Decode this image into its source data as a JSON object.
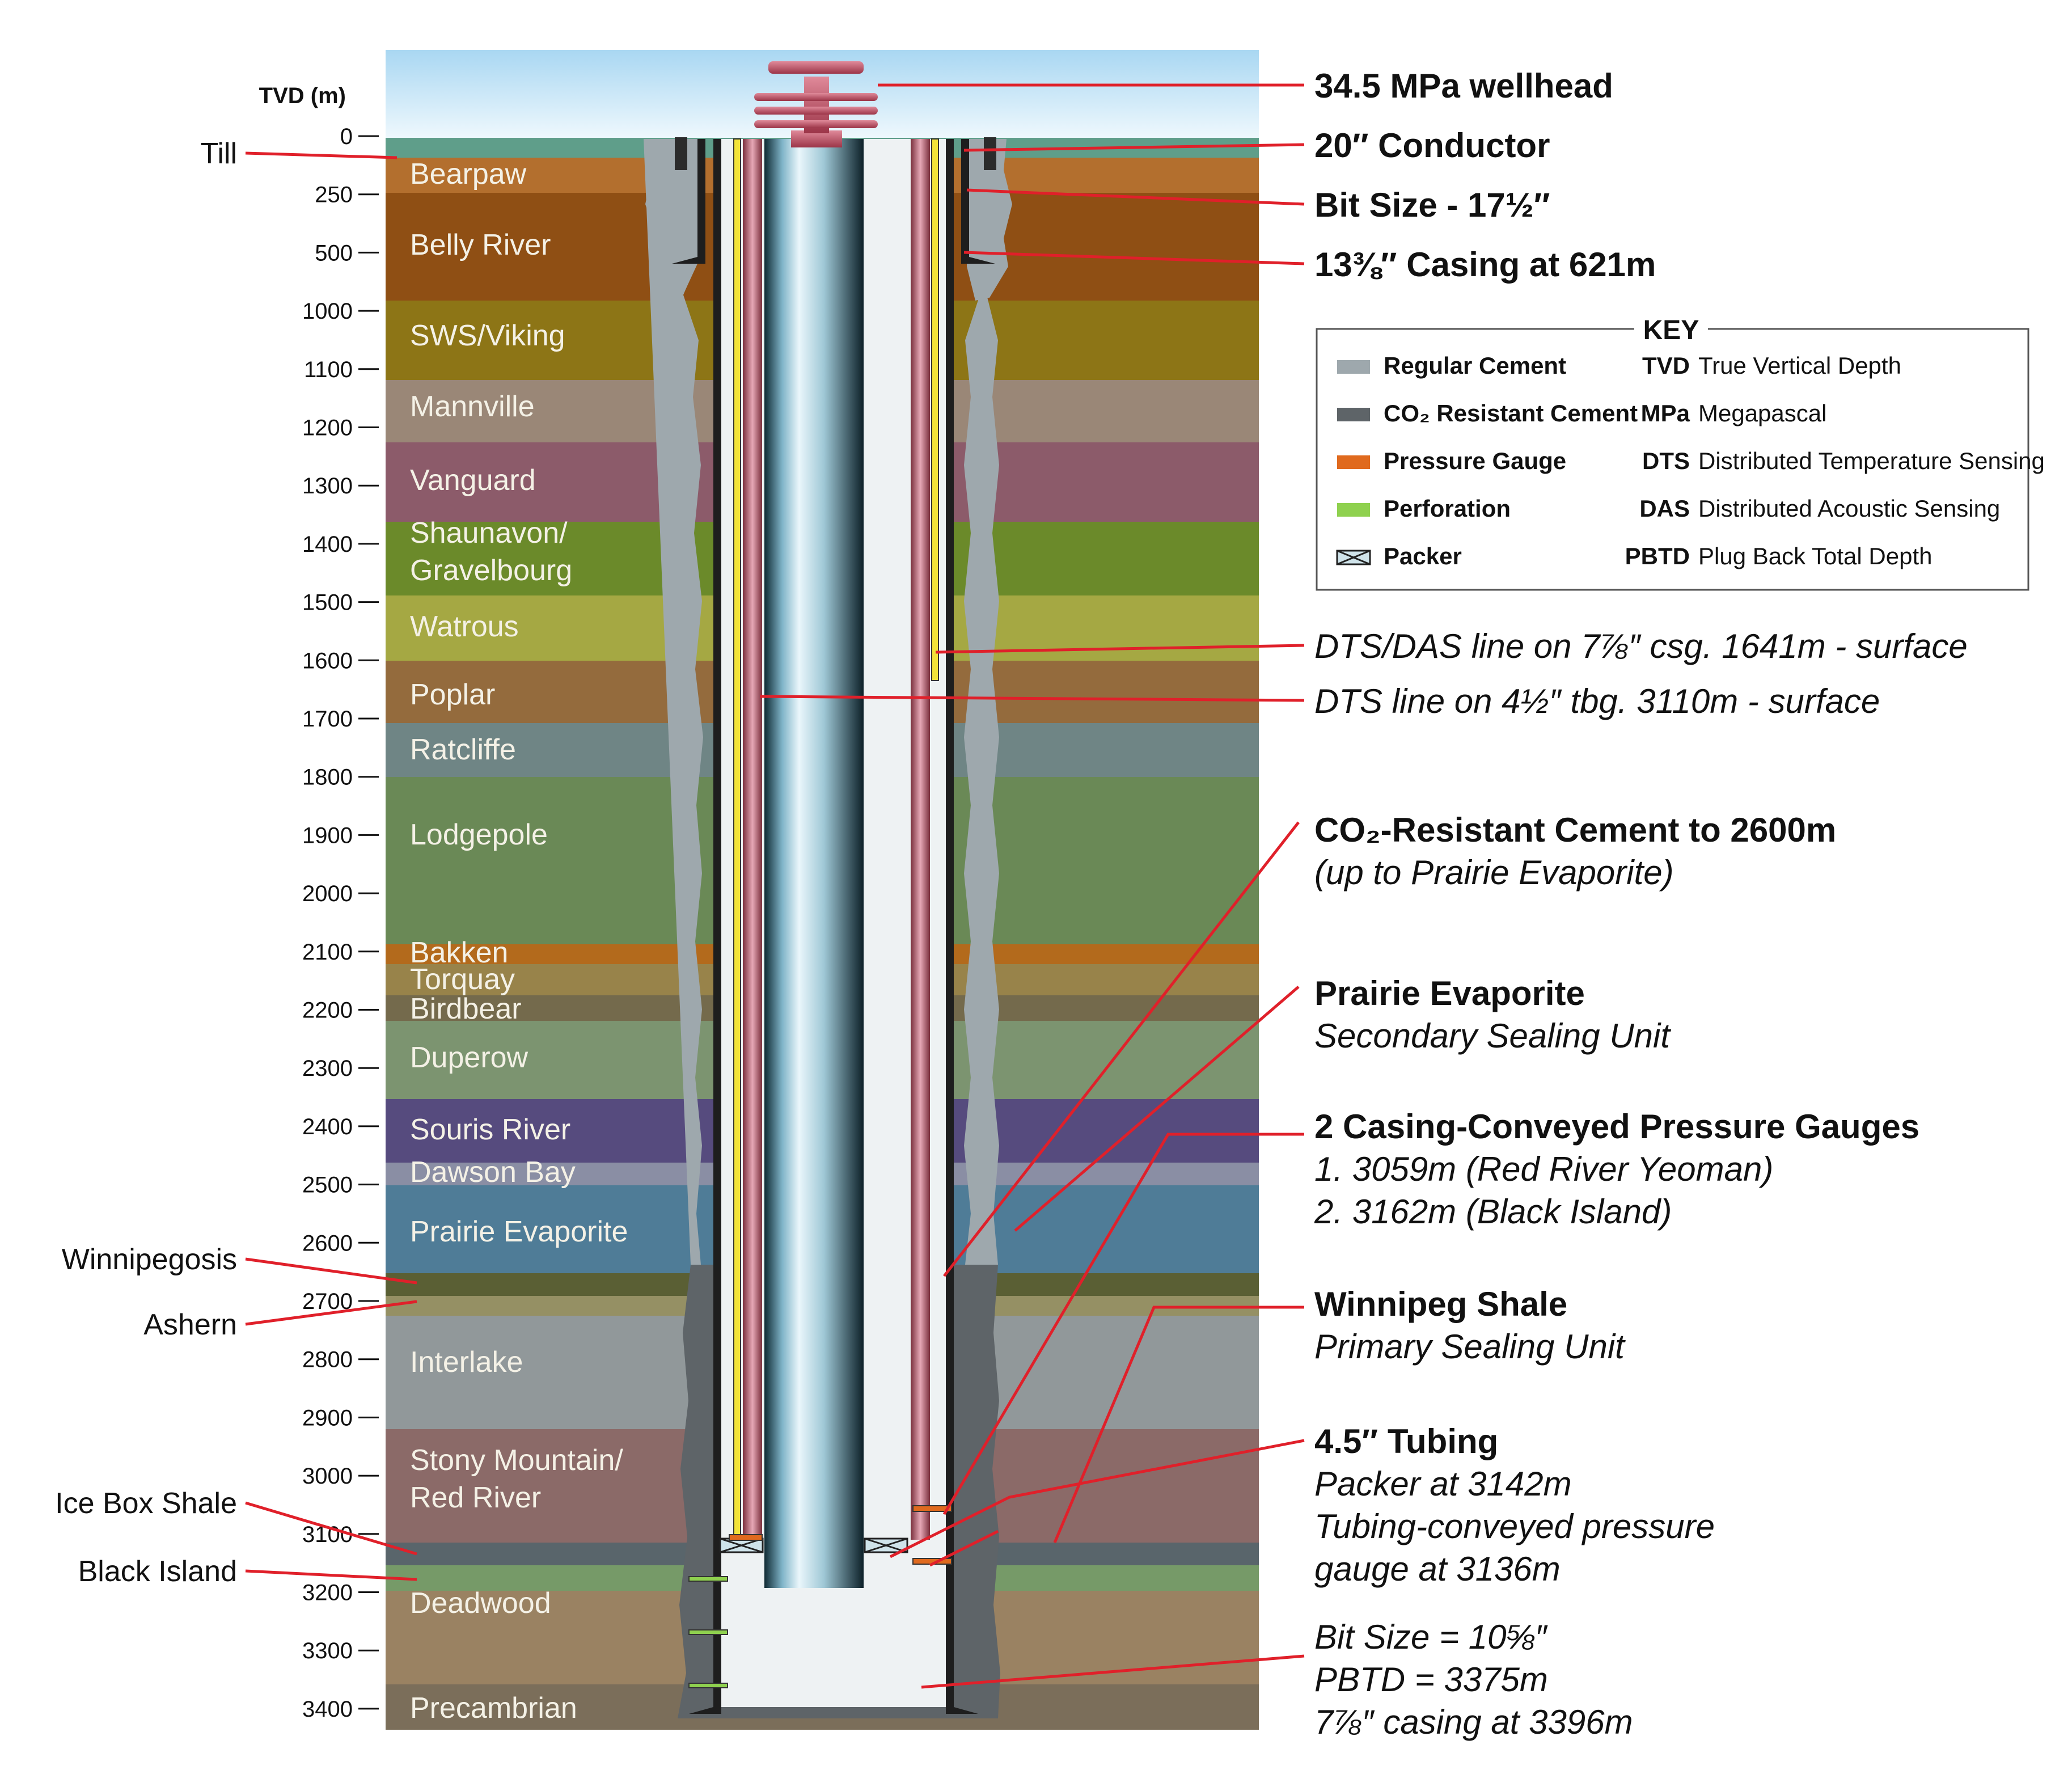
{
  "depth_axis": {
    "title": "TVD (m)",
    "ticks": [
      "0",
      "250",
      "500",
      "1000",
      "1100",
      "1200",
      "1300",
      "1400",
      "1500",
      "1600",
      "1700",
      "1800",
      "1900",
      "2000",
      "2100",
      "2200",
      "2300",
      "2400",
      "2500",
      "2600",
      "2700",
      "2800",
      "2900",
      "3000",
      "3100",
      "3200",
      "3300",
      "3400"
    ]
  },
  "formations": [
    {
      "name": "Till",
      "color": "#5f9e8a"
    },
    {
      "name": "Bearpaw",
      "color": "#b36f2e"
    },
    {
      "name": "Belly River",
      "color": "#8f4f14"
    },
    {
      "name": "SWS/Viking",
      "color": "#8d7516"
    },
    {
      "name": "Mannville",
      "color": "#9a8777"
    },
    {
      "name": "Vanguard",
      "color": "#8c5b6a"
    },
    {
      "name": "Shaunavon/",
      "name2": "Gravelbourg",
      "color": "#6b8a2a"
    },
    {
      "name": "Watrous",
      "color": "#a5a843"
    },
    {
      "name": "Poplar",
      "color": "#946b3d"
    },
    {
      "name": "Ratcliffe",
      "color": "#6f8585"
    },
    {
      "name": "Lodgepole",
      "color": "#6a8956"
    },
    {
      "name": "Bakken",
      "color": "#b36a1c"
    },
    {
      "name": "Torquay",
      "color": "#98834a"
    },
    {
      "name": "Birdbear",
      "color": "#746a4c"
    },
    {
      "name": "Duperow",
      "color": "#7c9470"
    },
    {
      "name": "Souris River",
      "color": "#564b7e"
    },
    {
      "name": "Dawson Bay",
      "color": "#8a8ea4"
    },
    {
      "name": "Prairie Evaporite",
      "color": "#4f7c97"
    },
    {
      "name": "Winnipegosis",
      "color": "#5a5f34"
    },
    {
      "name": "Ashern",
      "color": "#959064"
    },
    {
      "name": "Interlake",
      "color": "#91989a"
    },
    {
      "name": "Stony Mountain/",
      "name2": "Red River",
      "color": "#8b6a68"
    },
    {
      "name": "Ice Box Shale",
      "color": "#59656b"
    },
    {
      "name": "Black Island",
      "color": "#769a68"
    },
    {
      "name": "Deadwood",
      "color": "#9a8262"
    },
    {
      "name": "Precambrian",
      "color": "#7b6e5a"
    }
  ],
  "left_labels": [
    "Till",
    "Winnipegosis",
    "Ashern",
    "Ice Box Shale",
    "Black Island"
  ],
  "callouts": [
    {
      "bold": "34.5 MPa wellhead"
    },
    {
      "bold": "20″ Conductor"
    },
    {
      "bold": "Bit Size - 17½″"
    },
    {
      "bold": "13⅜″ Casing at 621m"
    },
    {
      "italic": "DTS/DAS line on 7⅞″ csg. 1641m - surface"
    },
    {
      "italic": "DTS line on 4½″ tbg. 3110m - surface"
    },
    {
      "bold": "CO₂-Resistant Cement to 2600m",
      "italic": "(up to Prairie Evaporite)"
    },
    {
      "bold": "Prairie Evaporite",
      "italic": "Secondary Sealing Unit"
    },
    {
      "bold": "2 Casing-Conveyed Pressure Gauges",
      "italic": "1. 3059m (Red River Yeoman)",
      "italic2": "2. 3162m (Black Island)"
    },
    {
      "bold": "Winnipeg Shale",
      "italic": "Primary Sealing Unit"
    },
    {
      "bold": "4.5″ Tubing",
      "italic": "Packer at 3142m",
      "italic2": "Tubing-conveyed pressure",
      "italic3": "gauge at 3136m"
    },
    {
      "italic": "Bit Size = 10⅝″",
      "italic2": "PBTD = 3375m",
      "italic3": "7⅞″ casing at 3396m"
    }
  ],
  "key": {
    "title": "KEY",
    "items": [
      {
        "label": "Regular Cement",
        "color": "#9ea8ad"
      },
      {
        "label": "CO₂ Resistant Cement",
        "color": "#5e6468"
      },
      {
        "label": "Pressure Gauge",
        "color": "#e06a1e"
      },
      {
        "label": "Perforation",
        "color": "#8fd14f"
      },
      {
        "label": "Packer",
        "color": "#cfe3ea"
      }
    ],
    "abbreviations": [
      {
        "abbr": "TVD",
        "meaning": "True Vertical Depth"
      },
      {
        "abbr": "MPa",
        "meaning": "Megapascal"
      },
      {
        "abbr": "DTS",
        "meaning": "Distributed Temperature Sensing"
      },
      {
        "abbr": "DAS",
        "meaning": "Distributed Acoustic Sensing"
      },
      {
        "abbr": "PBTD",
        "meaning": "Plug Back Total Depth"
      }
    ]
  },
  "colors": {
    "leader": "#e0202a",
    "regular_cement": "#9ea8ad",
    "co2_cement": "#5e6468",
    "tubing": "#b9d6e0",
    "casing": "#c96a7e",
    "dts_line": "#f2e33a"
  }
}
